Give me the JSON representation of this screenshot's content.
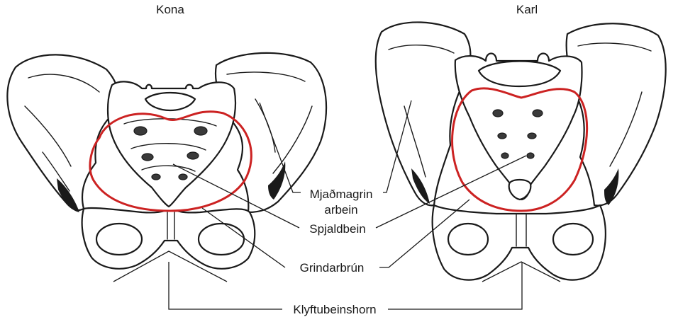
{
  "titles": {
    "female": "Kona",
    "male": "Karl"
  },
  "labels": {
    "ilium_line1": "Mjaðmagrin",
    "ilium_line2": "arbein",
    "sacrum": "Spjaldbein",
    "pelvic_brim": "Grindarbrún",
    "pubic_arch": "Klyftubeinshorn"
  },
  "colors": {
    "brim": "#cc2222",
    "ink": "#1a1a1a"
  }
}
